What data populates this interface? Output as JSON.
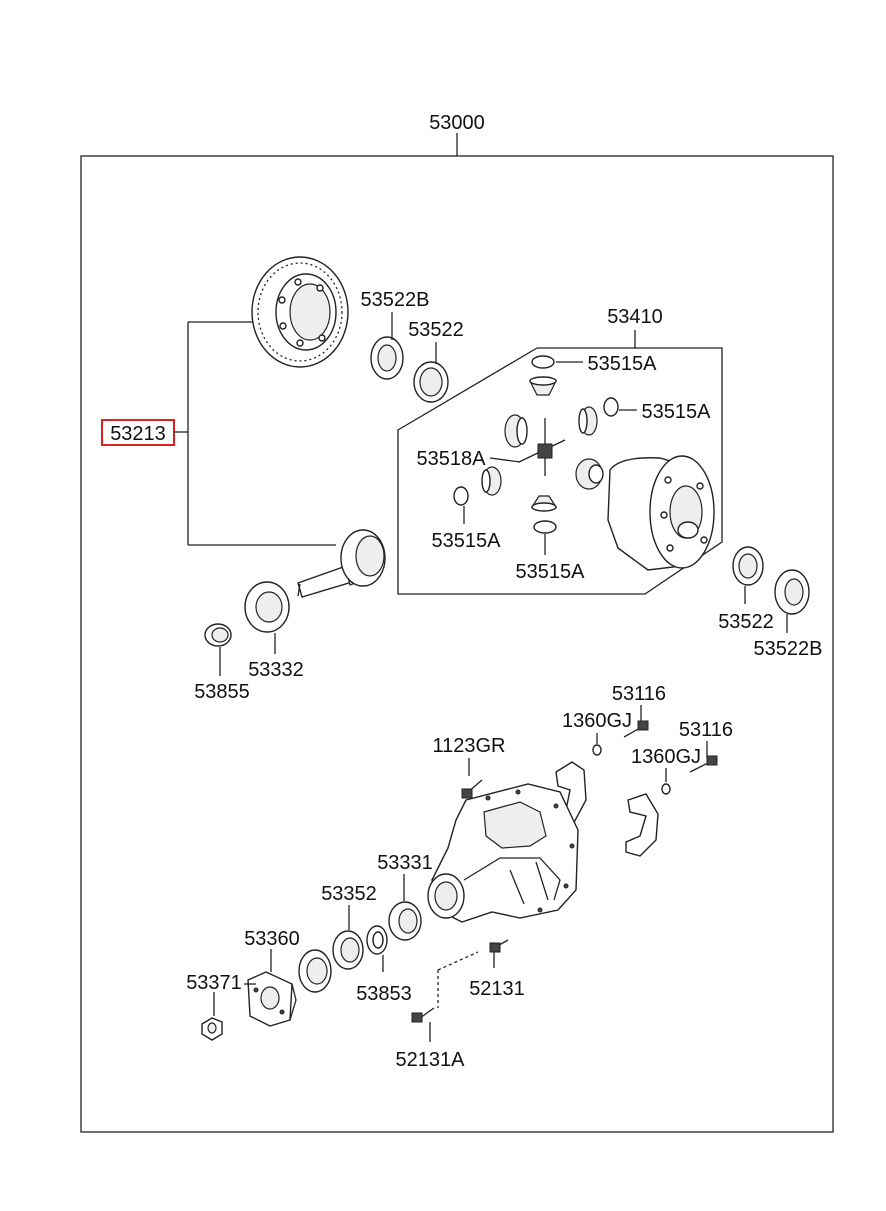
{
  "assembly_label": "53000",
  "highlighted_label": "53213",
  "highlight_color": "#e02020",
  "labels": {
    "ring_bearing_top": "53522B",
    "race_top": "53522",
    "case_assy": "53410",
    "washer_top1": "53515A",
    "washer_top2": "53515A",
    "pinion_shaft": "53518A",
    "washer_left": "53515A",
    "washer_bottom": "53515A",
    "race_right": "53522",
    "bearing_right": "53522B",
    "pinion_bearing": "53332",
    "spacer": "53855",
    "bolt_top": "53116",
    "washer_gj_top": "1360GJ",
    "bolt_right": "53116",
    "washer_gj_right": "1360GJ",
    "bolt_carrier": "1123GR",
    "bearing_front": "53331",
    "race_front": "53352",
    "flange": "53360",
    "oil_seal_shim": "53853",
    "nut": "53371",
    "stud": "52131",
    "stud_a": "52131A"
  }
}
